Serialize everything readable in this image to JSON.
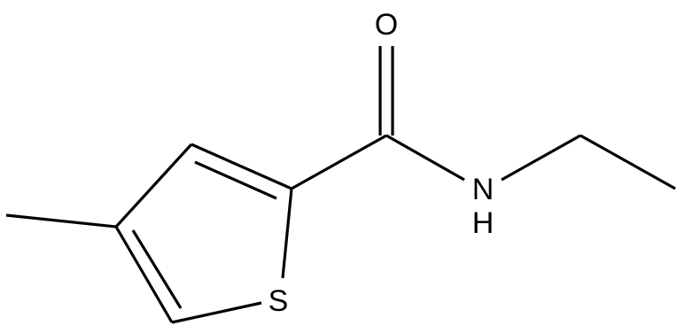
{
  "structure": {
    "atoms": {
      "oxygen": "O",
      "nitrogen": "N",
      "amide_hydrogen": "H",
      "sulfur": "S"
    },
    "colors": {
      "bond": "#000000",
      "label": "#000000",
      "background": "#ffffff"
    }
  }
}
